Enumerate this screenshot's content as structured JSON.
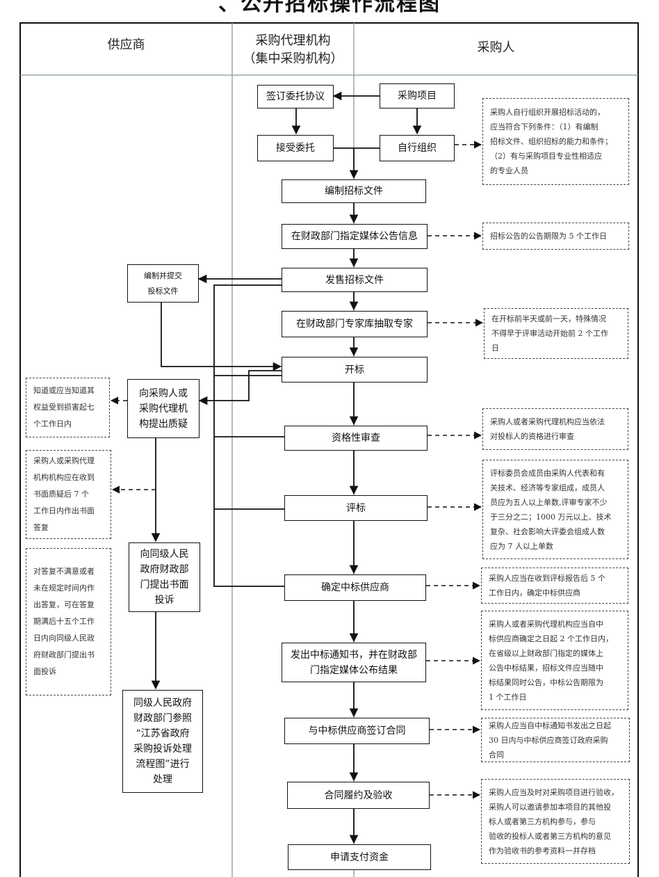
{
  "title": "、公开招标操作流程图",
  "lanes": {
    "supplier": "供应商",
    "agency_line1": "采购代理机构",
    "agency_line2": "（集中采购机构）",
    "purchaser": "采购人"
  },
  "steps": {
    "sign_agreement": "签订委托协议",
    "purchase_project": "采购项目",
    "accept_commission": "接受委托",
    "self_organize": "自行组织",
    "compile_docs": "编制招标文件",
    "announce": "在财政部门指定媒体公告信息",
    "sell_docs": "发售招标文件",
    "draw_experts": "在财政部门专家库抽取专家",
    "bid_opening": "开标",
    "qualification_review": "资格性审查",
    "evaluation": "评标",
    "determine_winner": "确定中标供应商",
    "issue_notice": "发出中标通知书，并在财政部\n门指定媒体公布结果",
    "sign_contract": "与中标供应商签订合同",
    "performance": "合同履约及验收",
    "apply_payment": "申请支付资金"
  },
  "supplier_steps": {
    "prepare_bid": "编制并提交\n投标文件",
    "raise_query": "向采购人或\n采购代理机\n构提出质疑",
    "complaint": "向同级人民\n政府财政部\n门提出书面\n投诉",
    "handling": "同级人民政府\n财政部门参照\n“江苏省政府\n采购投诉处理\n流程图”进行\n处理"
  },
  "notes": {
    "self_org_conditions": "采购人自行组织开展招标活动的，\n应当符合下列条件：（1）有编制\n招标文件、组织招标的能力和条件；\n（2）有与采购项目专业性相适应\n的专业人员",
    "announce_period": "招标公告的公告期限为 5 个工作日",
    "expert_timing": "在开标前半天或前一天，特殊情况\n不得早于评审活动开始前 2 个工作\n日",
    "query_deadline": "知道或应当知道其\n权益受到损害起七\n个工作日内",
    "reply_deadline": "采购人或采购代理\n机构机构应在收到\n书面质疑后 7 个\n工作日内作出书面\n答复",
    "complaint_deadline": "对答复不满意或者\n未在规定时间内作\n出答复，可在答复\n期满后十五个工作\n日内向同级人民政\n府财政部门提出书\n面投诉",
    "qualification_note": "采购人或者采购代理机构应当依法\n对投标人的资格进行审查",
    "committee_note": "评标委员会成员由采购人代表和有\n关技术、经济等专家组成，成员人\n员应为五人以上单数,评审专家不少\n于三分之二；1000 万元以上、技术\n复杂、社会影响大评委会组成人数\n应为 7 人以上单数",
    "winner_note": "采购人应当在收到评标报告后 5 个\n工作日内，确定中标供应商",
    "publish_note": "采购人或者采购代理机构应当自中\n标供应商确定之日起 2 个工作日内，\n在省级以上财政部门指定的媒体上\n公告中标结果，招标文件应当随中\n标结果同时公告，中标公告期限为\n1 个工作日",
    "contract_note": "采购人应当自中标通知书发出之日起\n30 日内与中标供应商签订政府采购\n合同",
    "acceptance_note": "采购人应当及时对采购项目进行验收，\n采购人可以邀请参加本项目的其他投\n标人或者第三方机构参与，参与\n验收的投标人或者第三方机构的意见\n作为验收书的参考资料一并存档"
  },
  "colors": {
    "line": "#111111",
    "lane_divider": "#9aa8a8",
    "note_border": "#444444"
  }
}
